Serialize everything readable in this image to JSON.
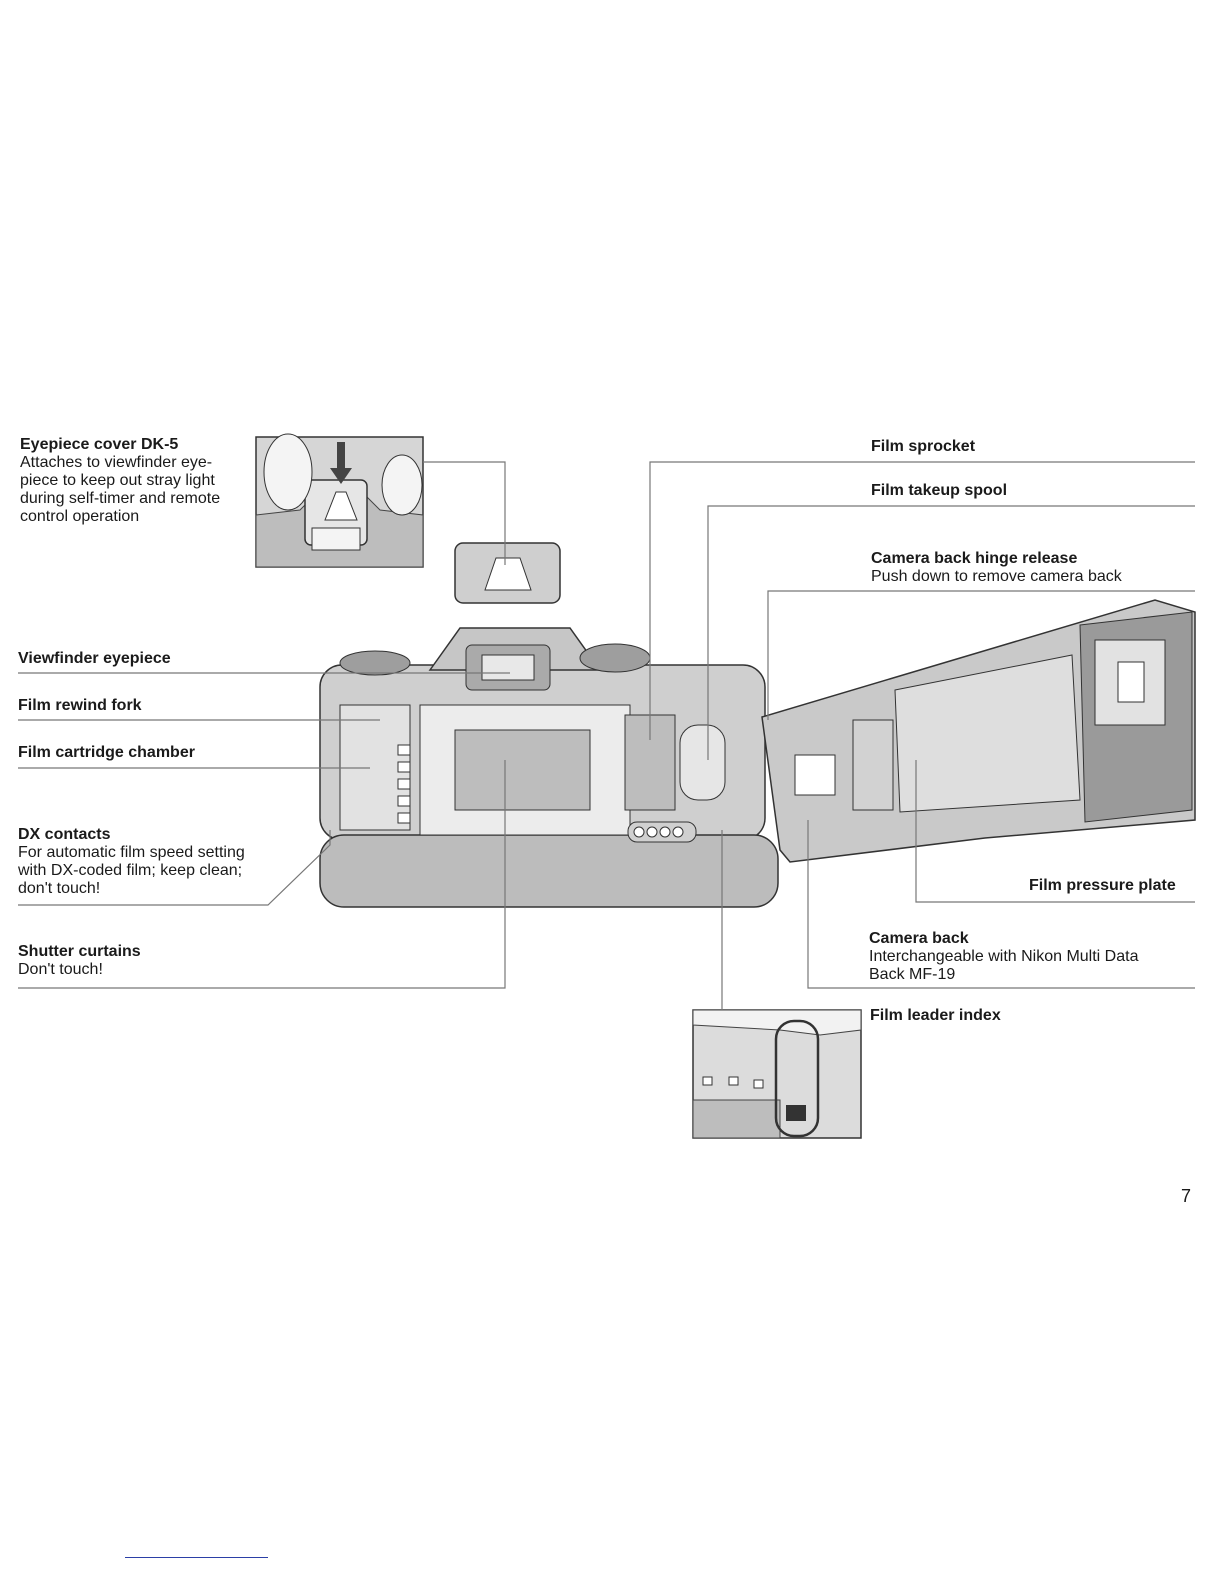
{
  "labels": {
    "eyepiece_cover": {
      "title": "Eyepiece cover DK-5",
      "desc": [
        "Attaches to viewfinder eye-",
        "piece to keep out stray light",
        "during self-timer and remote",
        "control operation"
      ]
    },
    "viewfinder_eyepiece": {
      "title": "Viewfinder eyepiece"
    },
    "film_rewind_fork": {
      "title": "Film rewind fork"
    },
    "film_cartridge_chamber": {
      "title": "Film cartridge chamber"
    },
    "dx_contacts": {
      "title": "DX contacts",
      "desc": [
        "For automatic film speed setting",
        "with DX-coded film; keep clean;",
        "don't touch!"
      ]
    },
    "shutter_curtains": {
      "title": "Shutter curtains",
      "desc": [
        "Don't touch!"
      ]
    },
    "film_sprocket": {
      "title": "Film sprocket"
    },
    "film_takeup_spool": {
      "title": "Film takeup spool"
    },
    "camera_back_hinge_release": {
      "title": "Camera back hinge release",
      "desc": [
        "Push down to remove camera back"
      ]
    },
    "film_pressure_plate": {
      "title": "Film pressure plate"
    },
    "camera_back": {
      "title": "Camera back",
      "desc": [
        "Interchangeable with Nikon Multi Data",
        "Back MF-19"
      ]
    },
    "film_leader_index": {
      "title": "Film leader index"
    }
  },
  "page_number": "7"
}
